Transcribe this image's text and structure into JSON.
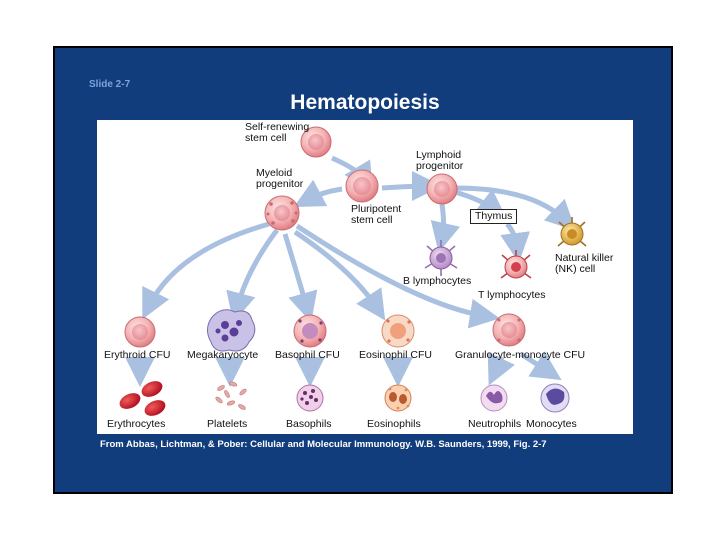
{
  "slide": {
    "number": "Slide 2-7",
    "title": "Hematopoiesis",
    "citation": "From Abbas, Lichtman, & Pober: Cellular and Molecular Immunology. W.B. Saunders, 1999, Fig. 2-7"
  },
  "diagram": {
    "self_renewing": "Self-renewing\nstem cell",
    "myeloid": "Myeloid\nprogenitor",
    "pluripotent": "Pluripotent\nstem cell",
    "lymphoid": "Lymphoid\nprogenitor",
    "thymus": "Thymus",
    "b_lymphocytes": "B lymphocytes",
    "t_lymphocytes": "T lymphocytes",
    "nk_cell": "Natural killer\n(NK) cell",
    "erythroid_cfu": "Erythroid CFU",
    "megakaryocyte": "Megakaryocyte",
    "basophil_cfu": "Basophil CFU",
    "eosinophil_cfu": "Eosinophil CFU",
    "gm_cfu": "Granulocyte-monocyte CFU",
    "erythrocytes": "Erythrocytes",
    "platelets": "Platelets",
    "basophils": "Basophils",
    "eosinophils": "Eosinophils",
    "neutrophils": "Neutrophils",
    "monocytes": "Monocytes"
  },
  "colors": {
    "slide_bg": "#123d7c",
    "arrow": "#a9c0e0",
    "stem_cell": "#f2a6a6",
    "erythrocyte": "#d0262f",
    "lymphocyte": "#b48bc7",
    "nk_cell": "#e3b64f"
  }
}
